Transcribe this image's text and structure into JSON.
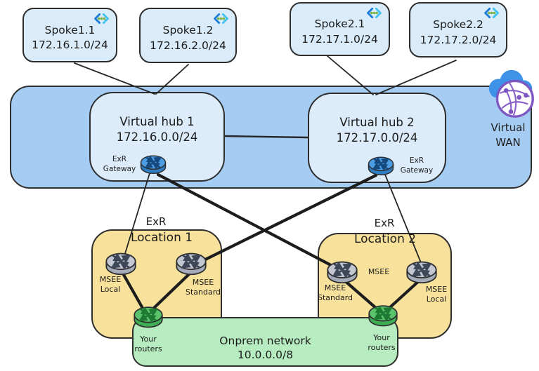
{
  "spokes": [
    {
      "name": "Spoke1.1",
      "cidr": "172.16.1.0/24"
    },
    {
      "name": "Spoke1.2",
      "cidr": "172.16.2.0/24"
    },
    {
      "name": "Spoke2.1",
      "cidr": "172.17.1.0/24"
    },
    {
      "name": "Spoke2.2",
      "cidr": "172.17.2.0/24"
    }
  ],
  "hubs": [
    {
      "name": "Virtual hub 1",
      "cidr": "172.16.0.0/24",
      "gateway_label": "ExR\nGateway"
    },
    {
      "name": "Virtual hub 2",
      "cidr": "172.17.0.0/24",
      "gateway_label": "ExR\nGateway"
    }
  ],
  "virtual_wan": {
    "label": "Virtual\nWAN"
  },
  "locations": [
    {
      "exr_label": "ExR",
      "name": "Location 1",
      "routers": [
        {
          "label": "MSEE\nLocal"
        },
        {
          "label": "MSEE\nStandard"
        }
      ],
      "your_routers_label": "Your\nrouters"
    },
    {
      "exr_label": "ExR",
      "name": "Location 2",
      "center_label": "MSEE",
      "routers": [
        {
          "label": "MSEE\nStandard"
        },
        {
          "label": "MSEE\nLocal"
        }
      ],
      "your_routers_label": "Your\nrouters"
    }
  ],
  "onprem": {
    "name": "Onprem network",
    "cidr": "10.0.0.0/8"
  },
  "connections": [
    {
      "from": "Spoke1.1",
      "to": "Virtual hub 1",
      "weight": "thin"
    },
    {
      "from": "Spoke1.2",
      "to": "Virtual hub 1",
      "weight": "thin"
    },
    {
      "from": "Spoke2.1",
      "to": "Virtual hub 2",
      "weight": "thin"
    },
    {
      "from": "Spoke2.2",
      "to": "Virtual hub 2",
      "weight": "thin"
    },
    {
      "from": "Virtual hub 1",
      "to": "Virtual hub 2",
      "weight": "thin"
    },
    {
      "from": "Hub 1 ExR Gateway",
      "to": "Location 1 MSEE Local",
      "weight": "thin"
    },
    {
      "from": "Hub 1 ExR Gateway",
      "to": "Location 2 MSEE Standard",
      "weight": "thick"
    },
    {
      "from": "Hub 2 ExR Gateway",
      "to": "Location 1 MSEE Standard",
      "weight": "thick"
    },
    {
      "from": "Hub 2 ExR Gateway",
      "to": "Location 2 MSEE Local",
      "weight": "thin"
    },
    {
      "from": "Location 1 MSEE Local",
      "to": "Location 1 Your routers",
      "weight": "thick"
    },
    {
      "from": "Location 1 MSEE Standard",
      "to": "Location 1 Your routers",
      "weight": "thick"
    },
    {
      "from": "Location 2 MSEE Standard",
      "to": "Location 2 Your routers",
      "weight": "thick"
    },
    {
      "from": "Location 2 MSEE Local",
      "to": "Location 2 Your routers",
      "weight": "thick"
    }
  ],
  "colors": {
    "wan_band": "#a5cdf3",
    "hub_fill": "#dcecfa",
    "spoke_fill": "#daecf9",
    "location_fill": "#f8e29b",
    "onprem_fill": "#b6ecbf",
    "router_gray": "#c2c7d2",
    "router_blue": "#4c9ce2",
    "router_green": "#5ac36c",
    "line": "#262626"
  }
}
